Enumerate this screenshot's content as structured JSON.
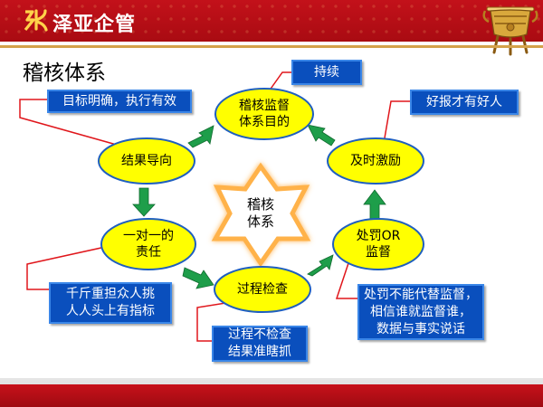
{
  "header": {
    "logo_text": "泽亚企管",
    "logo_icon": "ze-logo-icon",
    "emblem_icon": "bronze-ding-icon"
  },
  "page": {
    "title": "稽核体系"
  },
  "star": {
    "label": "稽核\n体系"
  },
  "nodes": {
    "purpose": "稽核监督\n体系目的",
    "result": "结果导向",
    "incentive": "及时激励",
    "responsibility": "一对一的\n责任",
    "punish": "处罚OR\n监督",
    "process": "过程检查"
  },
  "callouts": {
    "persist": "持续",
    "goal": "目标明确，执行有效",
    "reward": "好报才有好人",
    "burden": "千斤重担众人挑\n人人头上有指标",
    "supervise": "处罚不能代替监督，\n相信谁就监督谁，\n数据与事实说话",
    "check": "过程不检查\n结果准瞎抓"
  },
  "colors": {
    "header_red": "#c3111a",
    "ellipse_fill": "#ffff00",
    "ellipse_stroke": "#1f5fbf",
    "callout_fill": "#0a4fbd",
    "arrow_green": "#1e9e4a",
    "leader_red": "#e0161b"
  }
}
